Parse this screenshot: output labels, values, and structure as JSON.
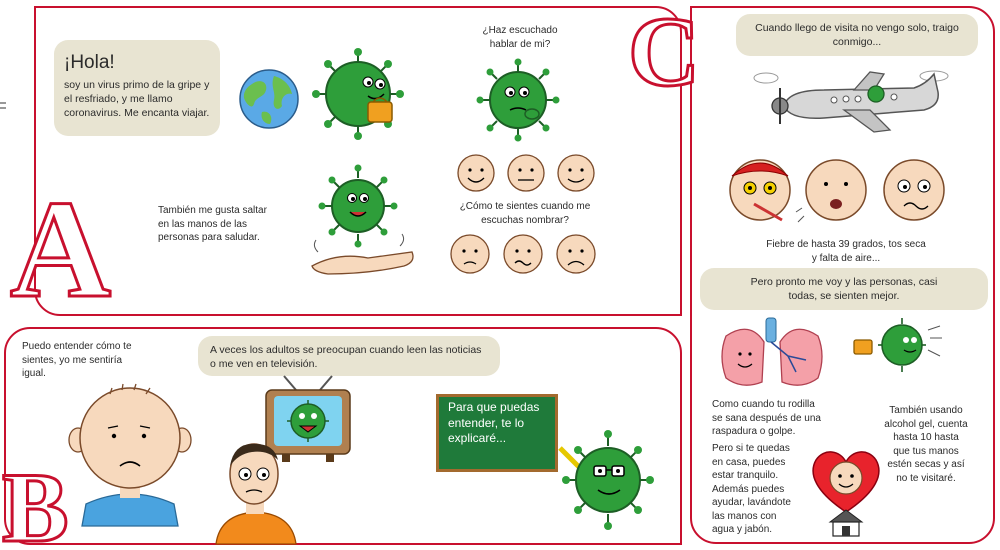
{
  "letters": {
    "a": "A",
    "b": "B",
    "c": "C"
  },
  "panel_a": {
    "greeting_title": "¡Hola!",
    "greeting_body": "soy un virus primo de la gripe y el resfriado, y me llamo coronavirus. Me encanta viajar.",
    "heard_question": "¿Haz escuchado hablar de mi?",
    "jump_text": "También me gusta saltar en las manos de las personas para saludar.",
    "feel_question": "¿Cómo te sientes cuando me escuchas nombrar?"
  },
  "panel_b": {
    "understand_text": "Puedo entender cómo te sientes, yo me sentiría igual.",
    "adults_text": "A veces los adultos se preocupan cuando leen las noticias o me ven en televisión.",
    "chalkboard_text": "Para que puedas entender, te lo explicaré..."
  },
  "panel_c": {
    "visit_text": "Cuando llego de visita no vengo solo, traigo conmigo...",
    "symptoms_text": "Fiebre de hasta 39 grados, tos seca y falta de aire...",
    "better_text": "Pero pronto me voy y las personas, casi todas, se sienten mejor.",
    "knee_text": "Como cuando tu rodilla se sana después de una raspadura o golpe.",
    "home_text": "Pero si te quedas en casa, puedes estar tranquilo. Además puedes ayudar, lavándote las manos con agua y jabón.",
    "alcohol_text": "También usando alcohol gel, cuenta hasta 10 hasta que tus manos estén secas y así no te visitaré."
  },
  "colors": {
    "frame_red": "#c8102e",
    "bubble_beige": "#e8e4d2",
    "virus_green": "#2e9e3a",
    "chalkboard_green": "#1f7a3a"
  }
}
